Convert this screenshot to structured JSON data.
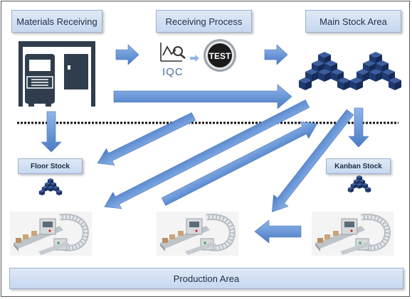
{
  "labels": {
    "materials_receiving": "Materials Receiving",
    "receiving_process": "Receiving Process",
    "main_stock_area": "Main Stock Area",
    "floor_stock": "Floor Stock",
    "kanban_stock": "Kanban Stock",
    "production_area": "Production Area",
    "iqc": "IQC",
    "test": "TEST"
  },
  "icons": {
    "truck": "truck-dock-icon",
    "iqc": "iqc-chart-magnifier-icon",
    "test": "test-badge-icon",
    "boxes": "cube-stack-icon",
    "conveyor": "conveyor-line-icon"
  },
  "colors": {
    "arrow": "#5b8ed6",
    "label_fill": "#d3e1f3",
    "label_border": "#9db3d1",
    "cube": "#1f3a73",
    "truck": "#2f3d4c"
  }
}
